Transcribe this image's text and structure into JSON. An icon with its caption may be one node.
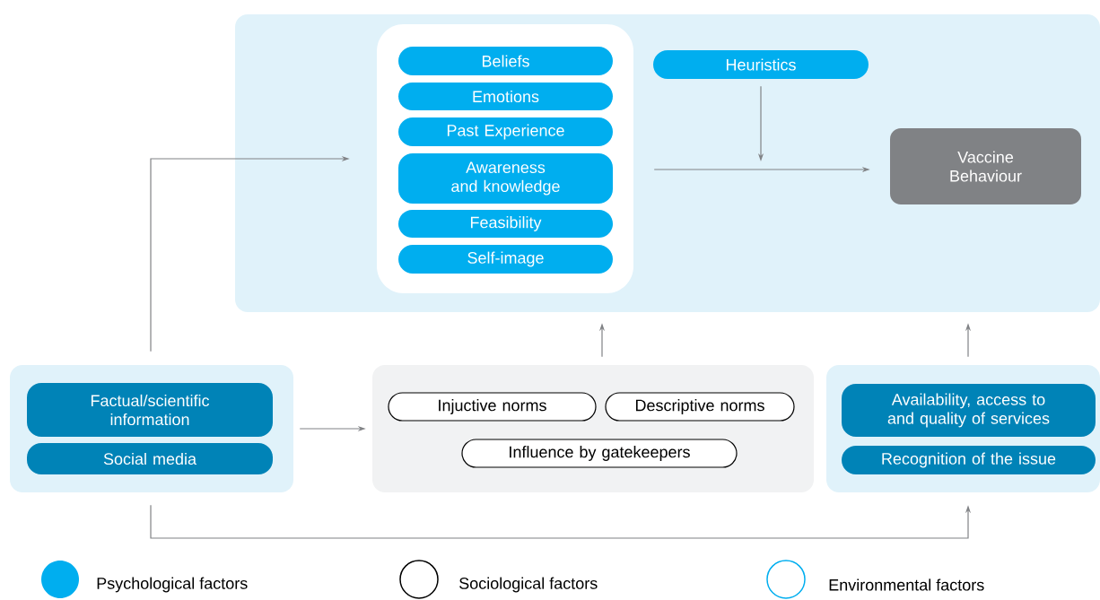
{
  "diagram": {
    "nodes": [
      {
        "text": [],
        "shape": "box"
      },
      {
        "text": [],
        "shape": "box",
        "in": 0
      },
      {
        "text": [
          "Beliefs"
        ],
        "in": 1
      },
      {
        "text": [
          "Emotions"
        ],
        "in": 1
      },
      {
        "text": [
          "Past Experience"
        ],
        "in": 1
      },
      {
        "text": [
          "Awareness and knowledge"
        ],
        "in": 1
      },
      {
        "text": [
          "Feasibility"
        ],
        "in": 1
      },
      {
        "text": [
          "Self-image"
        ],
        "in": 1
      },
      {
        "text": [
          "Heuristics"
        ],
        "in": 0
      },
      {
        "text": [
          "Vaccine Behaviour"
        ],
        "in": 0
      },
      {
        "text": [],
        "shape": "box"
      },
      {
        "text": [
          "Factual/scientific information"
        ],
        "in": 10
      },
      {
        "text": [
          "Social media"
        ],
        "in": 10
      },
      {
        "text": [],
        "shape": "box"
      },
      {
        "text": [
          "Injuctive norms"
        ],
        "in": 13
      },
      {
        "text": [
          "Descriptive norms"
        ],
        "in": 13
      },
      {
        "text": [
          "Influence by gatekeepers"
        ],
        "in": 13
      },
      {
        "text": [],
        "shape": "box"
      },
      {
        "text": [
          "Availability, access to and quality of services"
        ],
        "in": 17
      },
      {
        "text": [
          "Recognition of the issue"
        ],
        "in": 17
      }
    ],
    "edges": [
      {
        "from": 10,
        "to": 1,
        "arrow": "to"
      },
      {
        "from": 1,
        "to": 9,
        "arrow": "to"
      },
      {
        "from": 8,
        "to": null,
        "arrow": "to"
      },
      {
        "from": 13,
        "to": 0,
        "arrow": "to"
      },
      {
        "from": 17,
        "to": 0,
        "arrow": "to"
      },
      {
        "from": 10,
        "to": 13,
        "arrow": "to"
      },
      {
        "from": 10,
        "to": 17,
        "arrow": "to"
      }
    ],
    "legend": [
      {
        "text": "Psychological factors",
        "color": "#00aeef"
      },
      {
        "text": "Sociological factors"
      },
      {
        "text": "Environmental factors"
      }
    ]
  }
}
